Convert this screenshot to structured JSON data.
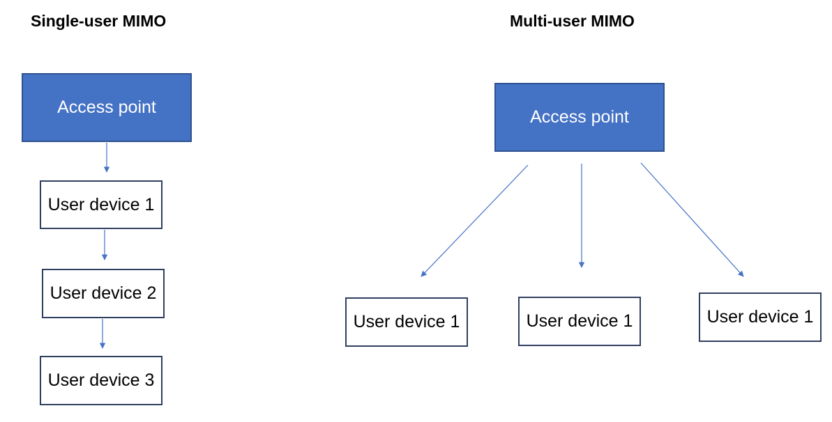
{
  "single_user": {
    "title": "Single-user MIMO",
    "access_point": "Access point",
    "devices": [
      "User device 1",
      "User device 2",
      "User device 3"
    ]
  },
  "multi_user": {
    "title": "Multi-user MIMO",
    "access_point": "Access point",
    "devices": [
      "User device 1",
      "User device 1",
      "User device 1"
    ]
  },
  "colors": {
    "access_point_fill": "#4472c4",
    "access_point_border": "#2f528f",
    "arrow": "#4472c4",
    "device_border": "#2f3f5f"
  }
}
